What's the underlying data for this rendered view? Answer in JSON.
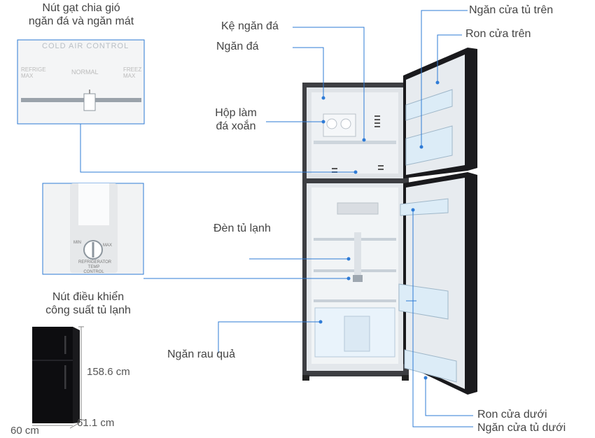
{
  "labels": {
    "divider_switch": [
      "Nút gạt chia gió",
      "ngăn đá và ngăn mát"
    ],
    "freezer_shelf": "Kệ ngăn đá",
    "freezer": "Ngăn đá",
    "ice_maker": [
      "Hộp làm",
      "đá xoắn"
    ],
    "light": "Đèn tủ lạnh",
    "power_knob": [
      "Nút điều khiển",
      "công suất tủ lạnh"
    ],
    "vegetable": "Ngăn rau quả",
    "upper_door_shelf": "Ngăn cửa tủ trên",
    "upper_gasket": "Ron cửa trên",
    "lower_gasket": "Ron cửa dưới",
    "lower_door_shelf": "Ngăn cửa tủ dưới"
  },
  "inset_top": {
    "title": "COLD AIR CONTROL",
    "left": "REFRIGE MAX",
    "mid": "NORMAL",
    "right": "FREEZ MAX"
  },
  "inset_knob": {
    "caption": "REFRIGERATOR TEMP CONTROL",
    "min": "MIN",
    "max": "MAX"
  },
  "dimensions": {
    "height": "158.6 cm",
    "depth": "61.1 cm",
    "width": "60 cm"
  },
  "colors": {
    "line": "#2e7bd6",
    "body": "#3a3a3e",
    "glass": "#0d0d10"
  }
}
